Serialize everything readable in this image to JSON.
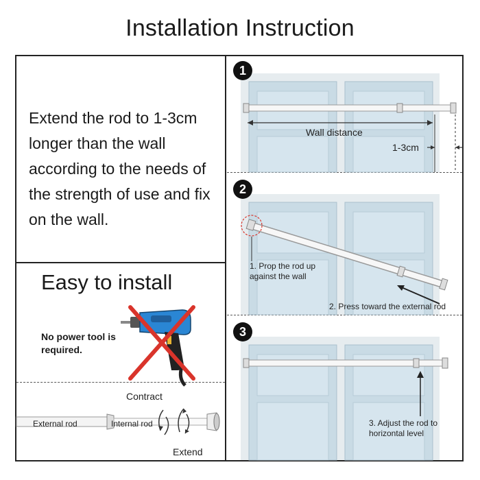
{
  "title": "Installation Instruction",
  "left": {
    "description": "Extend the rod to 1-3cm longer than the wall according to the needs of the strength of use and fix on the wall.",
    "easy_heading": "Easy to install",
    "no_power_tool": "No power tool is required.",
    "contract_label": "Contract",
    "extend_label": "Extend",
    "external_rod_label": "External rod",
    "internal_rod_label": "Internal rod"
  },
  "steps": [
    {
      "number": "1",
      "wall_distance_label": "Wall distance",
      "gap_label": "1-3cm"
    },
    {
      "number": "2",
      "note_1": "1. Prop the rod up against the wall",
      "note_2": "2. Press toward the external rod"
    },
    {
      "number": "3",
      "note": "3. Adjust the rod to horizontal level"
    }
  ],
  "colors": {
    "door": "#c9dbe5",
    "door_panel": "#d6e5ee",
    "frame": "#e6ecef",
    "drill_blue": "#2a86d4",
    "cross_red": "#d9342b",
    "border": "#222222"
  }
}
